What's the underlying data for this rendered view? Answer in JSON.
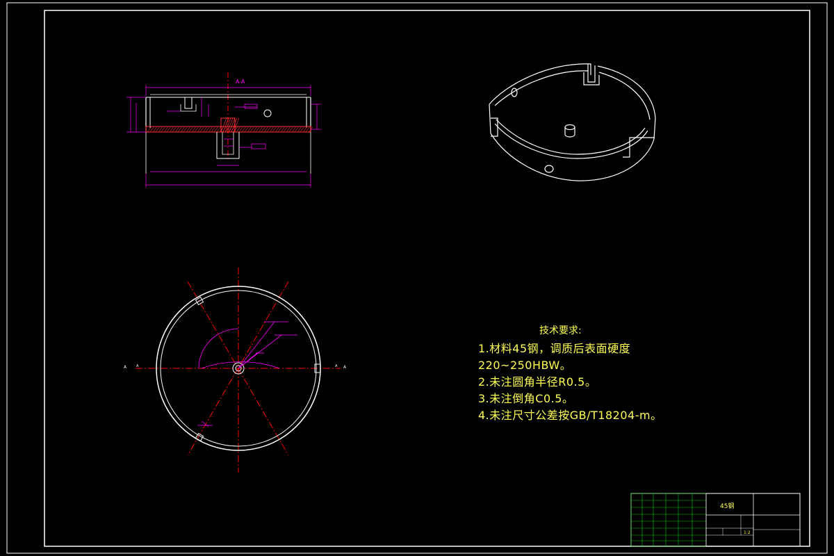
{
  "section_label": "A-A",
  "cut_marks": {
    "left_a": "A",
    "left_b": "A",
    "right_a": "A",
    "right_b": "A"
  },
  "technical_notes": {
    "title": "技术要求:",
    "lines": [
      "1.材料45钢，调质后表面硬度",
      "220~250HBW。",
      "2.未注圆角半径R0.5。",
      "3.未注倒角C0.5。",
      "4.未注尺寸公差按GB/T18204-m。"
    ]
  },
  "title_block": {
    "material": "45钢",
    "scale": "1:2"
  },
  "colors": {
    "frame": "#ffffff",
    "outline": "#ffffff",
    "dimension": "#ff00ff",
    "centerline": "#ff0000",
    "hatch": "#ff3333",
    "title_grid": "#00cc00",
    "notes": "#ffff55"
  }
}
